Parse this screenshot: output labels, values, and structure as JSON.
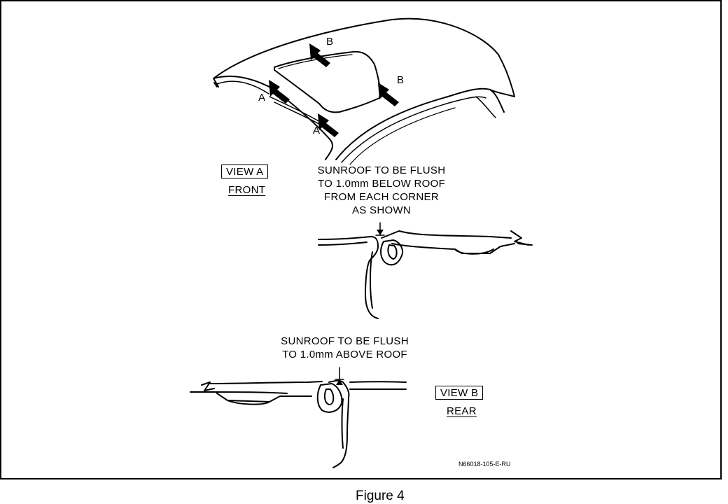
{
  "roof_labels": {
    "a": "A",
    "b": "B"
  },
  "view_a": {
    "title": "VIEW A",
    "subtitle": "FRONT",
    "note": [
      "SUNROOF TO BE FLUSH",
      "TO 1.0mm BELOW ROOF",
      "FROM EACH CORNER",
      "AS SHOWN"
    ]
  },
  "view_b": {
    "title": "VIEW B",
    "subtitle": "REAR",
    "note": [
      "SUNROOF TO BE FLUSH",
      "TO 1.0mm ABOVE ROOF"
    ]
  },
  "drawing_code": "N66018-105-E-RU",
  "caption": "Figure 4"
}
